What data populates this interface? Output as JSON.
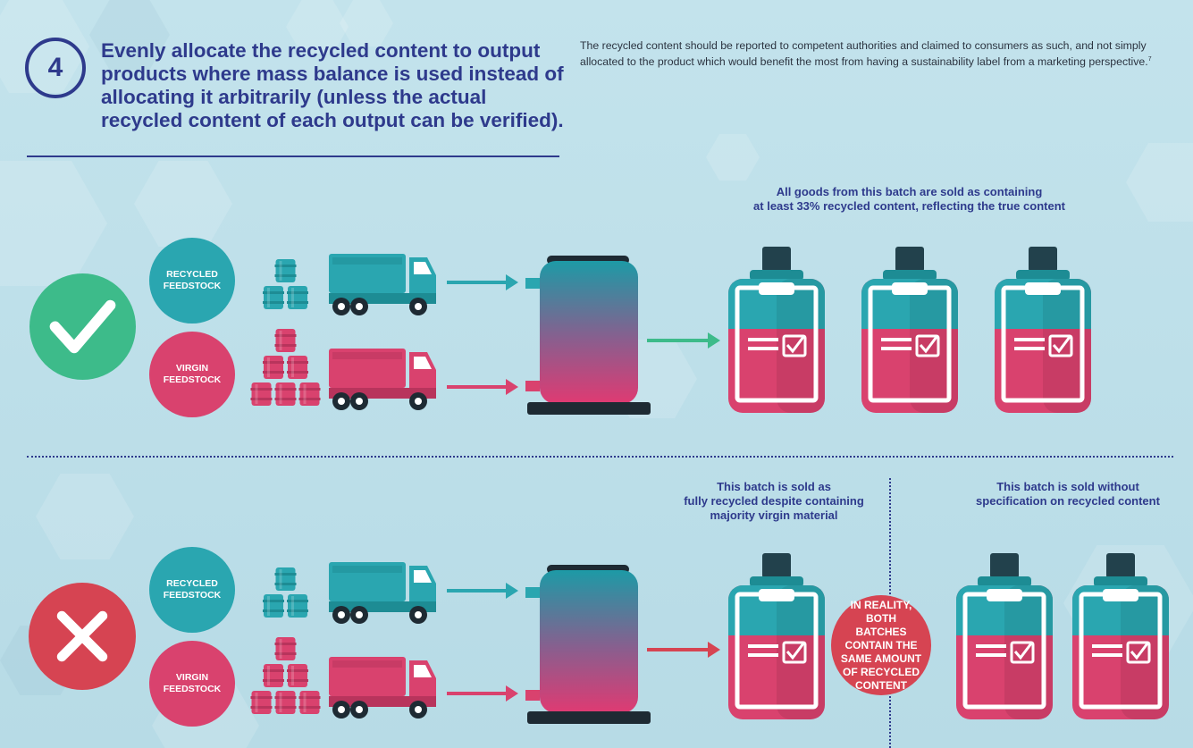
{
  "header": {
    "step_number": "4",
    "title": "Evenly allocate the recycled content to output products where mass balance is used instead of allocating it arbitrarily (unless the actual recycled content of each output can be verified).",
    "intro_text": "The recycled content should be reported to competent authorities and claimed to consumers as such, and not simply allocated to the product which would benefit the most from having a sustainability label from a marketing perspective.",
    "footnote": "7"
  },
  "correct_scenario": {
    "badge_icon": "checkmark-icon",
    "recycled_label": "RECYCLED FEEDSTOCK",
    "virgin_label": "VIRGIN FEEDSTOCK",
    "caption_line1": "All goods from this batch are sold as containing",
    "caption_line2": "at least 33% recycled content, reflecting the true content"
  },
  "wrong_scenario": {
    "badge_icon": "cross-icon",
    "recycled_label": "RECYCLED FEEDSTOCK",
    "virgin_label": "VIRGIN FEEDSTOCK",
    "caption_left_line1": "This batch is sold as",
    "caption_left_line2": "fully recycled despite containing",
    "caption_left_line3": "majority virgin material",
    "caption_right_line1": "This batch is sold without",
    "caption_right_line2": "specification on recycled content",
    "reality_note": "IN REALITY, BOTH BATCHES CONTAIN THE SAME AMOUNT OF RECYCLED CONTENT"
  },
  "colors": {
    "navy": "#2e3a8c",
    "teal": "#2aa6b0",
    "teal_dark": "#1d8c94",
    "pink": "#d9426e",
    "pink_dark": "#b8345c",
    "green_check": "#3dbb8a",
    "red_cross": "#d64452",
    "dark": "#1e2a33"
  }
}
